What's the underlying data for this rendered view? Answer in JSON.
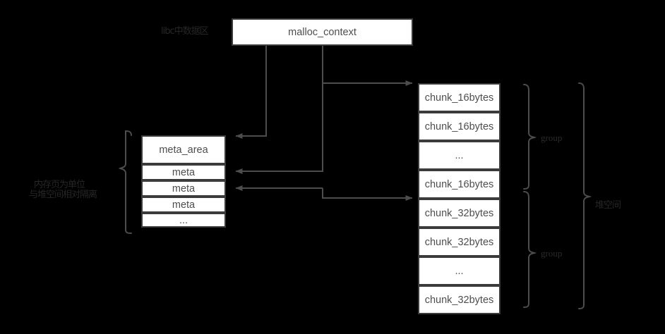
{
  "diagram": {
    "title_label": "libc中数据区",
    "left_note_line1": "内存页为单位",
    "left_note_line2": "与堆空间相对隔离",
    "context_box": "malloc_context",
    "meta_boxes": [
      {
        "label": "meta_area"
      },
      {
        "label": "meta"
      },
      {
        "label": "meta"
      },
      {
        "label": "meta"
      },
      {
        "label": "..."
      }
    ],
    "chunk_boxes": [
      {
        "label": "chunk_16bytes"
      },
      {
        "label": "chunk_16bytes"
      },
      {
        "label": "..."
      },
      {
        "label": "chunk_16bytes"
      },
      {
        "label": "chunk_32bytes"
      },
      {
        "label": "chunk_32bytes"
      },
      {
        "label": "..."
      },
      {
        "label": "chunk_32bytes"
      }
    ],
    "group_label_top": "group",
    "group_label_bottom": "group",
    "heap_label": "堆空间",
    "colors": {
      "background": "#000000",
      "box_fill": "#ffffff",
      "box_stroke": "#3b3b3b",
      "box_text": "#4d4d4d",
      "wire": "#4d4d4d",
      "label_text": "#262626"
    }
  }
}
